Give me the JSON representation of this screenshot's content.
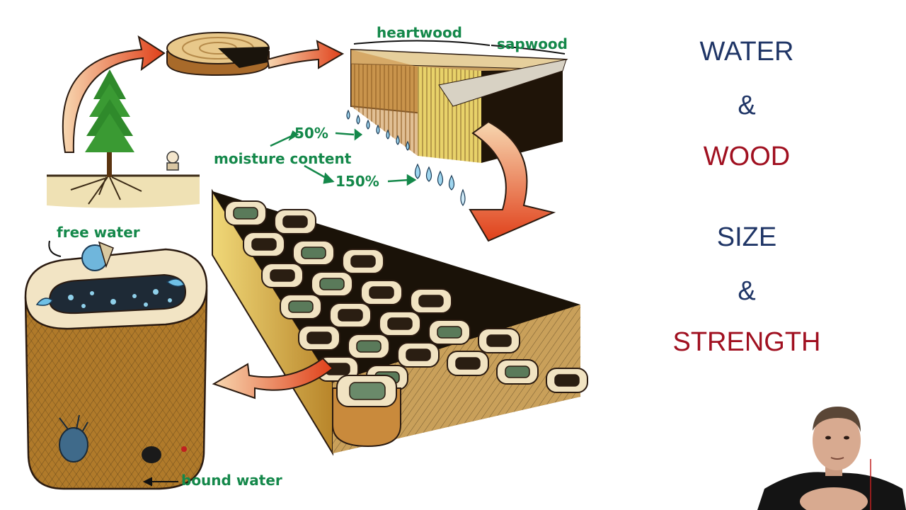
{
  "diagram": {
    "labels": {
      "heartwood": "heartwood",
      "sapwood": "sapwood",
      "moisture_50": "50%",
      "moisture_content": "moisture content",
      "moisture_150": "150%",
      "free_water": "free water",
      "bound_water": "bound water"
    }
  },
  "slide_text": {
    "line1": "WATER",
    "amp1": "&",
    "line2": "WOOD",
    "line3": "SIZE",
    "amp2": "&",
    "line4": "STRENGTH"
  },
  "colors": {
    "navy": "#1f3566",
    "red": "#a01020",
    "label_green": "#14884a"
  }
}
